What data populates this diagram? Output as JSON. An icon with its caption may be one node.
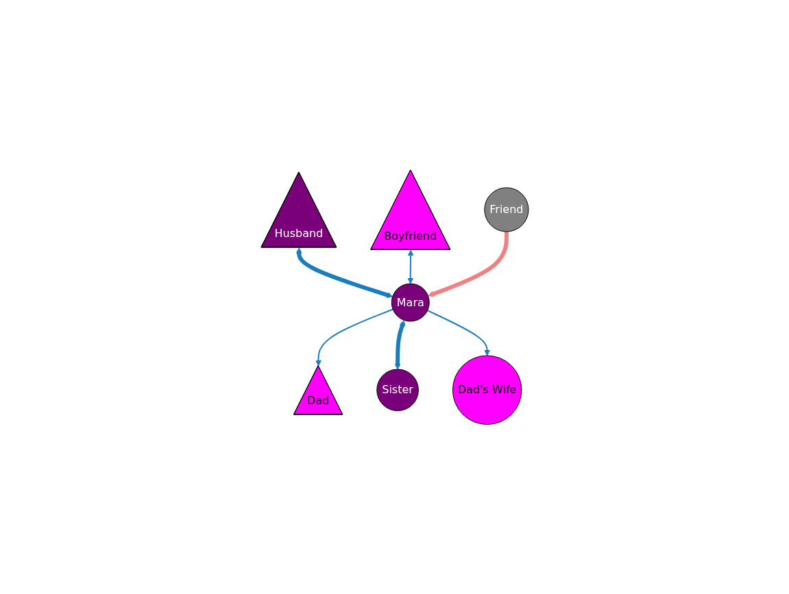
{
  "diagram": {
    "nodes": [
      {
        "text": [
          "Husband"
        ]
      },
      {
        "text": [
          "Boyfriend"
        ]
      },
      {
        "text": [
          "Dad"
        ]
      },
      {
        "text": [
          "Mara"
        ]
      },
      {
        "text": [
          "Friend"
        ]
      },
      {
        "text": [
          "Sister"
        ]
      },
      {
        "text": [
          "Dad's Wife"
        ]
      }
    ],
    "edges": [
      {
        "from": 3,
        "to": 2,
        "arrow": "to"
      },
      {
        "from": 0,
        "to": 3,
        "arrow": "both",
        "style": "thick"
      },
      {
        "from": 1,
        "to": 3,
        "arrow": "both"
      },
      {
        "from": 4,
        "to": 3,
        "arrow": "to",
        "style": "thick",
        "color": "#f28080"
      },
      {
        "from": 3,
        "to": 5,
        "arrow": "both",
        "style": "thick"
      },
      {
        "from": 3,
        "to": 6,
        "arrow": "to"
      }
    ]
  }
}
